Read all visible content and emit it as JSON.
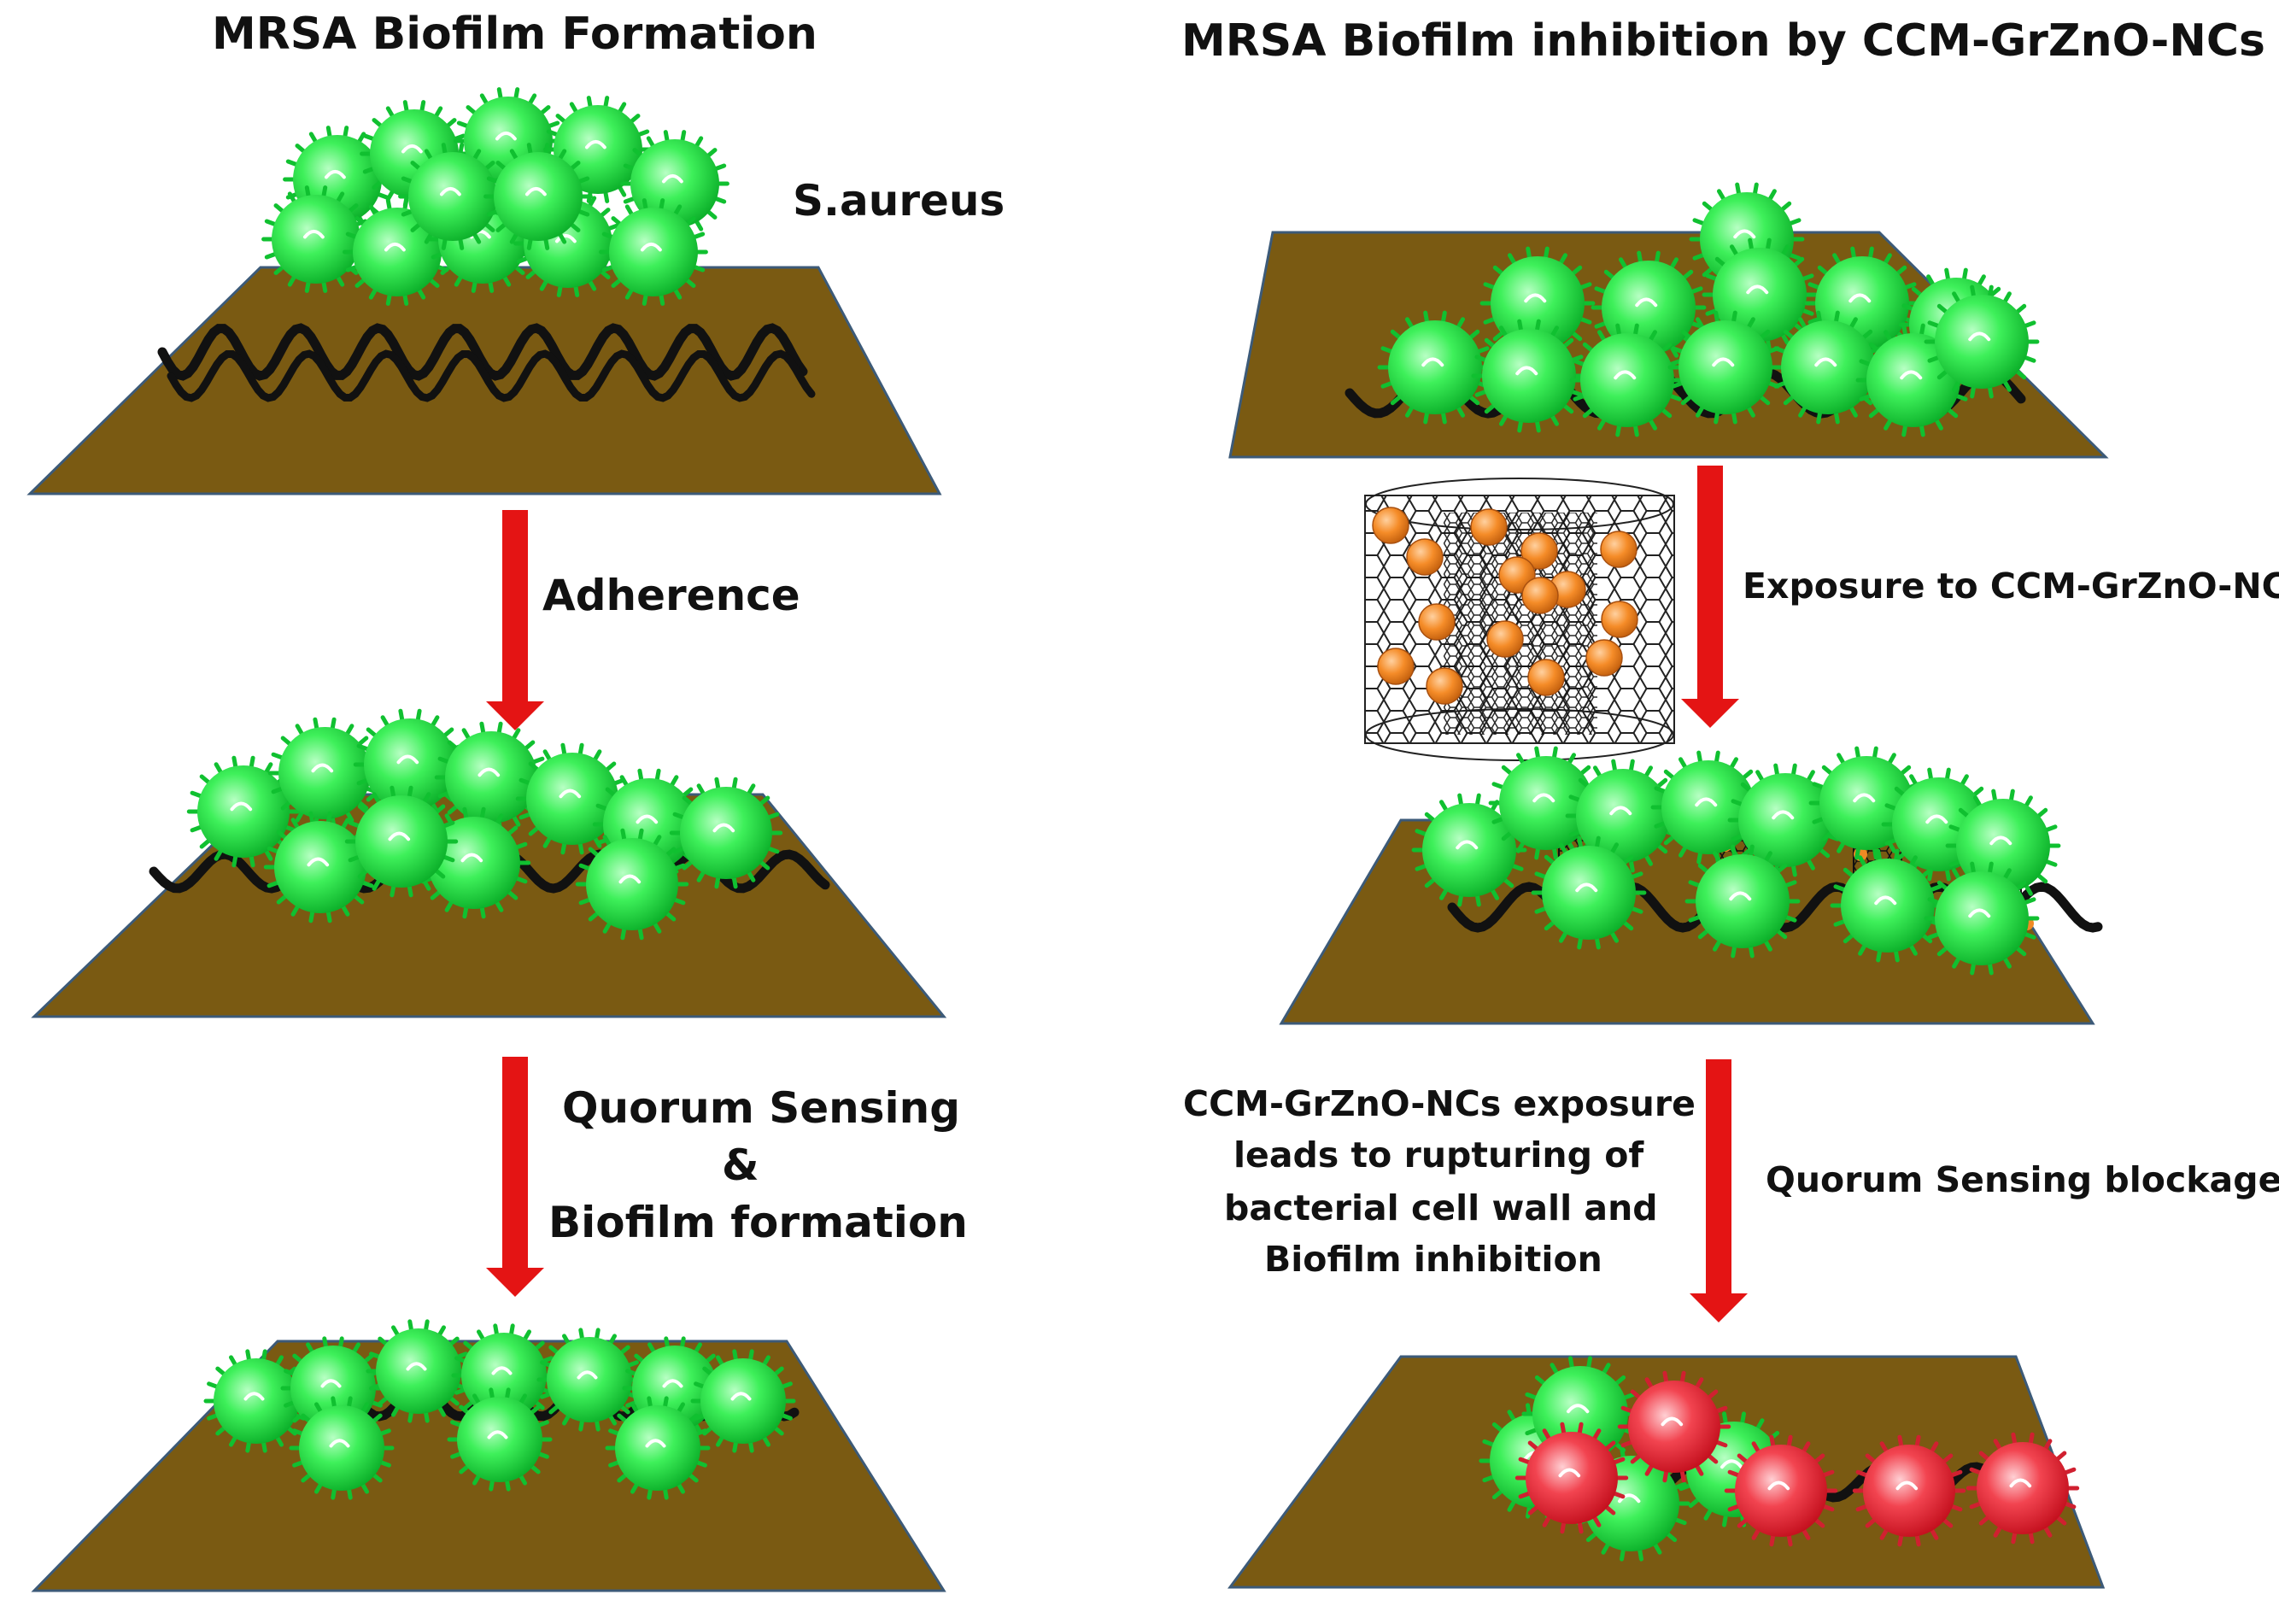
{
  "left_panel": {
    "title": "MRSA Biofilm Formation",
    "organism_label": "S.aureus",
    "step1_label": "Adherence",
    "step2_line1": "Quorum Sensing",
    "step2_line2": "&",
    "step2_line3": "Biofilm formation"
  },
  "right_panel": {
    "title": "MRSA Biofilm inhibition by CCM-GrZnO-NCs",
    "step1_label": "Exposure to CCM-GrZnO-NCS",
    "effect_line1": "CCM-GrZnO-NCs exposure",
    "effect_line2": "leads to rupturing of",
    "effect_line3": "bacterial cell wall and",
    "effect_line4": "Biofilm inhibition",
    "step2_label": "Quorum Sensing blockage"
  },
  "colors": {
    "surface": "#7a5a12",
    "surface_edge": "#3c5a78",
    "arrow": "#e41414",
    "bacteria_live": "#1fe03a",
    "bacteria_dead": "#e8303a",
    "nanoparticle": "#f08a24",
    "matrix_strand": "#111111"
  }
}
